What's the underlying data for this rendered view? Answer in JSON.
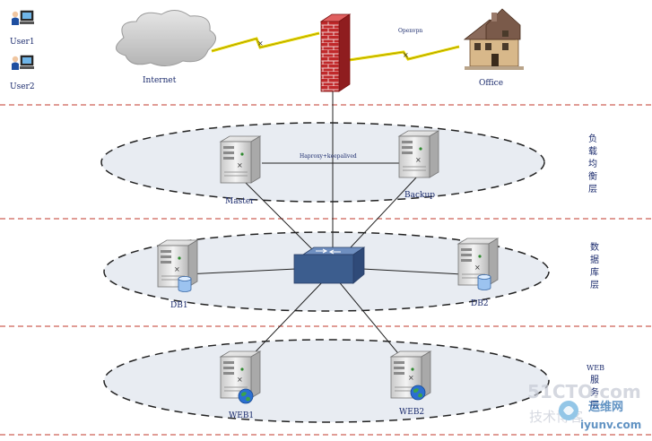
{
  "users": [
    "User1",
    "User2"
  ],
  "internet_label": "Internet",
  "vpn_label": "Openvpn",
  "office_label": "Office",
  "ha_label": "Haproxy+keepalived",
  "lb_servers": [
    "Master",
    "Backup"
  ],
  "db_servers": [
    "DB1",
    "DB2"
  ],
  "web_servers": [
    "WEB1",
    "WEB2"
  ],
  "zones": {
    "lb": [
      "负",
      "载",
      "均",
      "衡",
      "层"
    ],
    "db": [
      "数",
      "据",
      "库",
      "层"
    ],
    "web": [
      "WEB",
      "服",
      "务",
      "层"
    ]
  },
  "watermark": {
    "brand": "51CTO.com",
    "subtitle": "技术博客",
    "site_cn": "运维网",
    "site_url": "iyunv.com"
  },
  "colors": {
    "divider": "#c0392b",
    "ellipse_fill": "#e8ecf2",
    "label": "#1a2a6c",
    "firewall": "#c0282a",
    "switch": "#3c5d8e"
  }
}
